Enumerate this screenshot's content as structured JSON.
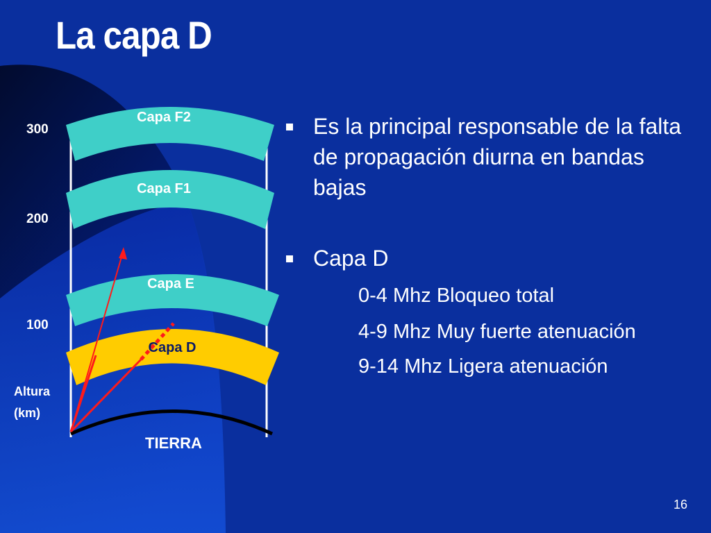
{
  "slide": {
    "title": "La capa D",
    "page_number": "16"
  },
  "diagram": {
    "axis_ticks": [
      "300",
      "200",
      "100"
    ],
    "axis_title_line1": "Altura",
    "axis_title_line2": "(km)",
    "layers": {
      "f2": "Capa F2",
      "f1": "Capa F1",
      "e": "Capa E",
      "d": "Capa D"
    },
    "ground_label": "TIERRA",
    "colors": {
      "background": "#0a2f9e",
      "ionosphere_layer": "#3fcfc8",
      "d_layer": "#ffcc00",
      "ray": "#ff1a1a",
      "earth_curve": "#000000"
    }
  },
  "content": {
    "bullet1": "Es la principal responsable de la falta de propagación diurna en bandas bajas",
    "bullet2": "Capa D",
    "sub_items": [
      "0-4 Mhz Bloqueo total",
      "4-9 Mhz Muy fuerte atenuación",
      "9-14 Mhz Ligera atenuación"
    ]
  }
}
